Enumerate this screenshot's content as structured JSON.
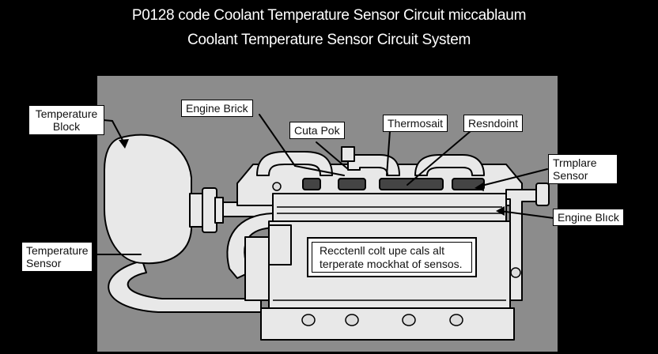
{
  "title": {
    "line1": "P0128 code Coolant Temperature Sensor Circuit miccablaum",
    "line2": "Coolant Temperature Sensor Circuit System"
  },
  "labels": {
    "temperature_block": {
      "line1": "Temperature",
      "line2": "Block"
    },
    "engine_brick": "Engine Brick",
    "cuta_pok": "Cuta Pok",
    "thermosait": "Thermosait",
    "resndoint": "Resndoint",
    "trmplare_sensor": {
      "line1": "Trmplare",
      "line2": "Sensor"
    },
    "engine_block_right": "Engine Blıck",
    "temperature_sensor": {
      "line1": "Temperature",
      "line2": "Sensor"
    }
  },
  "note": {
    "line1": "Recctenll colt upe cals alt",
    "line2": "terperate mockhat of sensos."
  },
  "colors": {
    "background": "#000000",
    "panel": "#8c8c8c",
    "engine_fill": "#e6e6e6",
    "stroke": "#000000"
  }
}
